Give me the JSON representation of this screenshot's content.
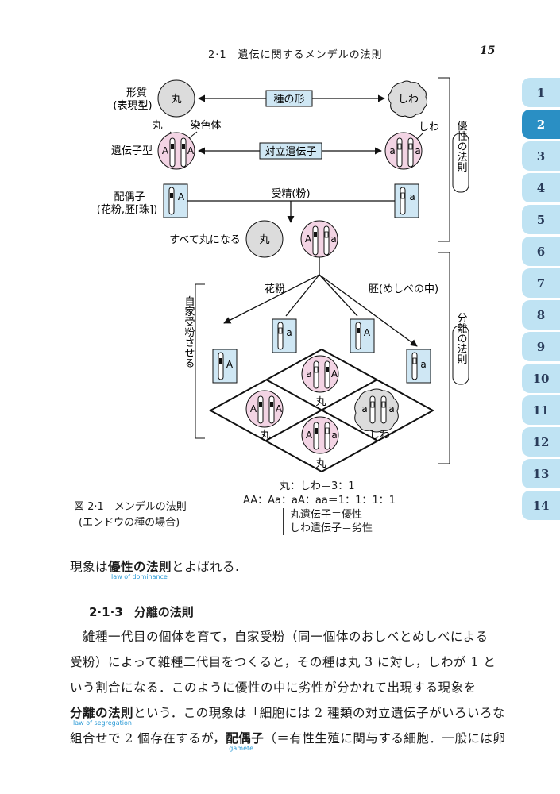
{
  "header": {
    "running_head": "2·1　遺伝に関するメンデルの法則",
    "page_number": "15"
  },
  "figure": {
    "row_labels": {
      "phenotype_1": "形質",
      "phenotype_2": "(表現型)",
      "genotype": "遺伝子型",
      "gamete_1": "配偶子",
      "gamete_2": "(花粉,胚[珠])"
    },
    "round": "丸",
    "wrinkled": "しわ",
    "chromosome": "染色体",
    "seed_shape": "種の形",
    "allele_pair": "対立遺伝子",
    "fertilization": "受精(粉)",
    "all_round": "すべて丸になる",
    "pollen": "花粉",
    "embryo": "胚(めしべの中)",
    "dominance_law": "優性の法則",
    "segregation_law": "分離の法則",
    "self_pollination": "自家受粉させる",
    "allele_A": "A",
    "allele_a": "a"
  },
  "ratio": {
    "line1": "丸：しわ＝3：1",
    "line2": "AA：Aa：aA：aa＝1：1：1：1"
  },
  "legend": {
    "line1": "丸遺伝子＝優性",
    "line2": "しわ遺伝子＝劣性"
  },
  "caption": {
    "line1": "図 2·1　メンデルの法則",
    "line2": "(エンドウの種の場合)"
  },
  "body": {
    "p0_a": "現象は",
    "p0_term": "優性の法則",
    "p0_term_en": "law of dominance",
    "p0_b": "とよばれる.",
    "section_number": "2·1·3",
    "section_title": "分離の法則",
    "l1": "　雑種一代目の個体を育て，自家受粉（同一個体のおしべとめしべによる",
    "l2": "受粉）によって雑種二代目をつくると，その種は丸 3 に対し，しわが 1 と",
    "l3": "いう割合になる．このように優性の中に劣性が分かれて出現する現象を",
    "l4_term": "分離の法則",
    "l4_term_en": "law of segregation",
    "l4_b": "という．この現象は「細胞には 2 種類の対立遺伝子がいろいろな",
    "l5_a": "組合せで 2 個存在するが，",
    "l5_term": "配偶子",
    "l5_term_en": "gamete",
    "l5_b": "（＝有性生殖に関与する細胞．一般には卵"
  },
  "tabs": [
    "1",
    "2",
    "3",
    "4",
    "5",
    "6",
    "7",
    "8",
    "9",
    "10",
    "11",
    "12",
    "13",
    "14"
  ],
  "active_tab": "2",
  "colors": {
    "pink": "#f3d4e4",
    "blue": "#cfe7f4",
    "gray": "#dcdcdc",
    "tab": "#bfe3f3",
    "tab_active": "#2a8fc4"
  }
}
